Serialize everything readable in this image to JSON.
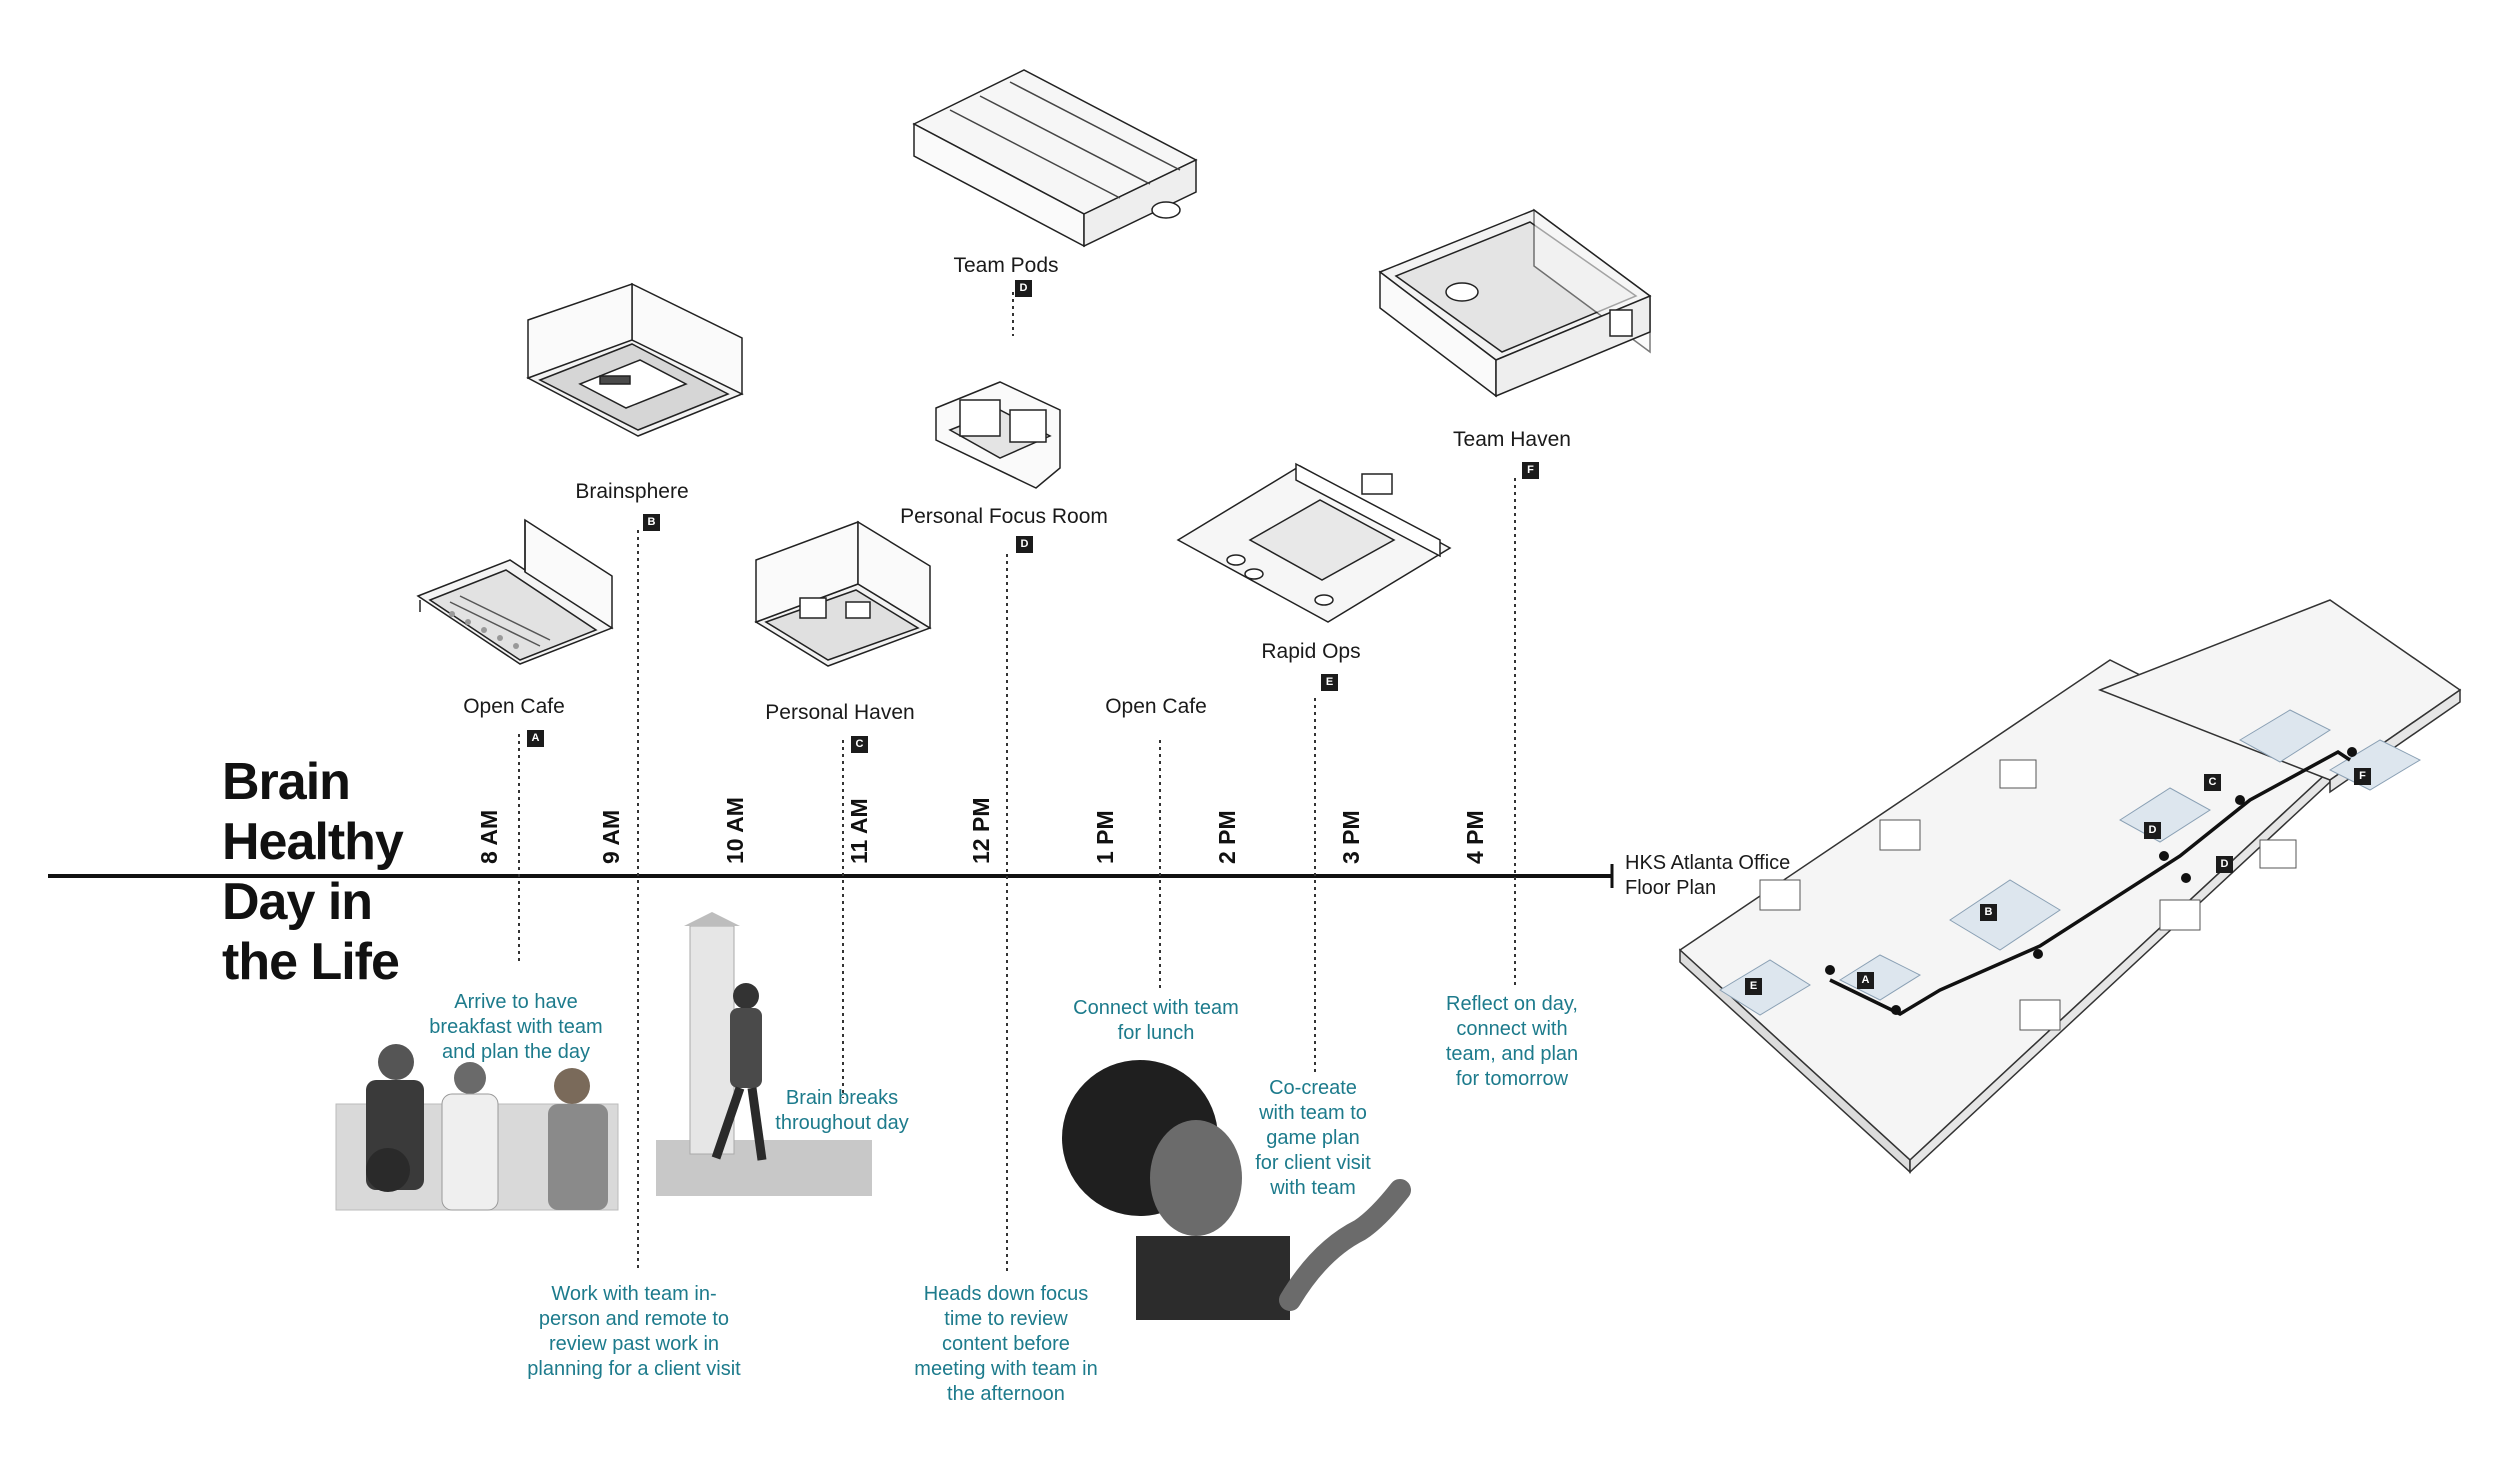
{
  "title": {
    "line1": "Brain",
    "line2": "Healthy",
    "line3": "Day in",
    "line4": "the Life"
  },
  "times": [
    "8 AM",
    "9 AM",
    "10 AM",
    "11 AM",
    "12 PM",
    "1 PM",
    "2 PM",
    "3 PM",
    "4 PM"
  ],
  "floor_plan_label": {
    "line1": "HKS Atlanta Office",
    "line2": "Floor Plan"
  },
  "spaces": [
    {
      "label": "Open Cafe",
      "badge": "A"
    },
    {
      "label": "Brainsphere",
      "badge": "B"
    },
    {
      "label": "Personal Haven",
      "badge": "C"
    },
    {
      "label": "Personal Focus Room",
      "badge": "D"
    },
    {
      "label": "Team Pods",
      "badge": "D"
    },
    {
      "label": "Open Cafe",
      "badge": ""
    },
    {
      "label": "Rapid Ops",
      "badge": "E"
    },
    {
      "label": "Team Haven",
      "badge": "F"
    }
  ],
  "activities": [
    {
      "l1": "Arrive to have",
      "l2": "breakfast with team",
      "l3": "and plan the day"
    },
    {
      "l1": "Work with team in-",
      "l2": "person and remote to",
      "l3": "review past work in",
      "l4": "planning for a client visit"
    },
    {
      "l1": "Brain breaks",
      "l2": "throughout day"
    },
    {
      "l1": "Heads down focus",
      "l2": "time to review",
      "l3": "content before",
      "l4": "meeting with team in",
      "l5": "the afternoon"
    },
    {
      "l1": "Connect with team",
      "l2": "for lunch"
    },
    {
      "l1": "Co-create",
      "l2": "with team to",
      "l3": "game plan",
      "l4": "for client visit",
      "l5": "with team"
    },
    {
      "l1": "Reflect on day,",
      "l2": "connect with",
      "l3": "team, and plan",
      "l4": "for tomorrow"
    }
  ],
  "floor_plan_badges": [
    "A",
    "B",
    "C",
    "D",
    "D",
    "E",
    "F"
  ],
  "colors": {
    "accent": "#1d7b8c",
    "line": "#111111",
    "badge": "#1b1b1b"
  }
}
